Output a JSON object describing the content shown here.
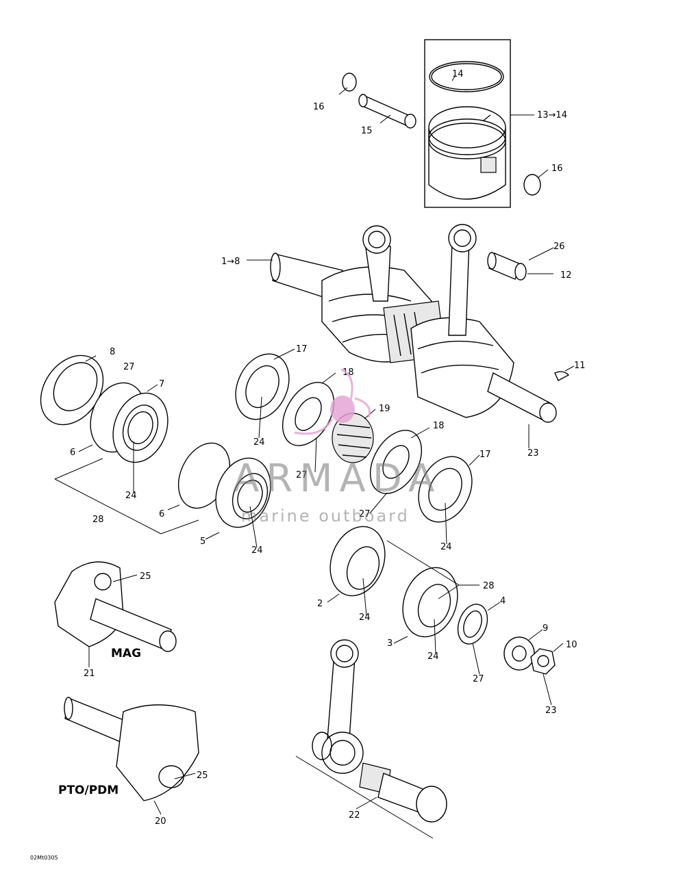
{
  "labels": {
    "l_1_8": "1→8",
    "l_2": "2",
    "l_3": "3",
    "l_4": "4",
    "l_5": "5",
    "l_6a": "6",
    "l_6b": "6",
    "l_7": "7",
    "l_8": "8",
    "l_9": "9",
    "l_10": "10",
    "l_11": "11",
    "l_12": "12",
    "l_13_14": "13→14",
    "l_14": "14",
    "l_15": "15",
    "l_16a": "16",
    "l_16b": "16",
    "l_17a": "17",
    "l_17b": "17",
    "l_18a": "18",
    "l_18b": "18",
    "l_19": "19",
    "l_20": "20",
    "l_21": "21",
    "l_22": "22",
    "l_23a": "23",
    "l_23b": "23",
    "l_24a": "24",
    "l_24b": "24",
    "l_24c": "24",
    "l_24d": "24",
    "l_24e": "24",
    "l_24f": "24",
    "l_25a": "25",
    "l_25b": "25",
    "l_26": "26",
    "l_27a": "27",
    "l_27b": "27",
    "l_27c": "27",
    "l_27d": "27",
    "l_28a": "28",
    "l_28b": "28"
  },
  "captions": {
    "mag": "MAG",
    "pto": "PTO/PDM"
  },
  "figure_code": "02Mt0305",
  "watermark": {
    "brand": "ARMADA",
    "tagline": "marine outboard"
  },
  "colors": {
    "line": "#000000",
    "watermark_pink": "#e4a0d4",
    "watermark_text": "#777777"
  }
}
